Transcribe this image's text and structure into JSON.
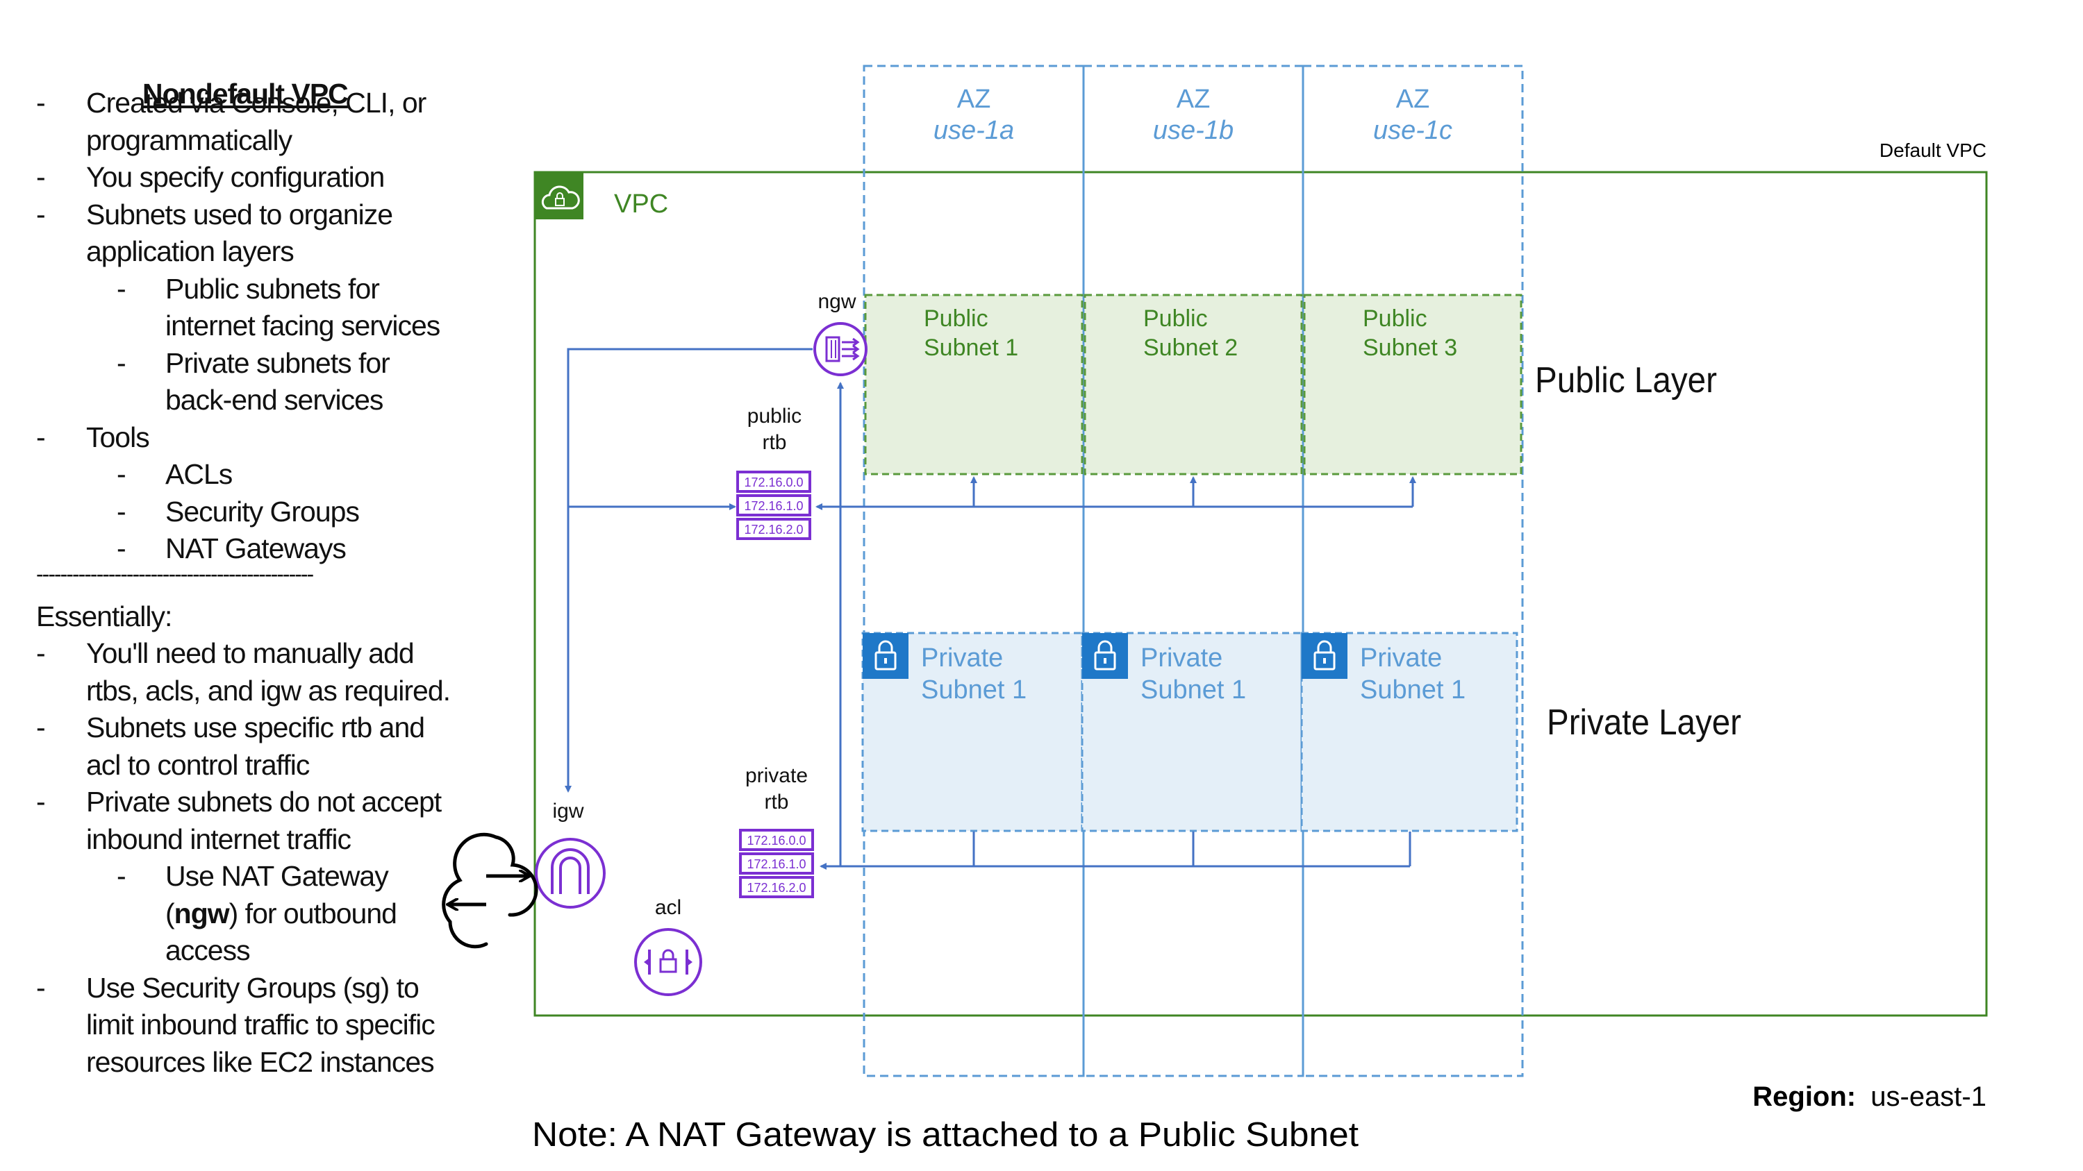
{
  "notes": {
    "title": "Nondefault VPC",
    "bullet_char": "-",
    "items": [
      {
        "lines": [
          "Created via Console, CLI, or",
          "programmatically"
        ],
        "level": 1
      },
      {
        "lines": [
          "You specify configuration"
        ],
        "level": 1
      },
      {
        "lines": [
          "Subnets used to organize",
          "application layers"
        ],
        "level": 1
      },
      {
        "lines": [
          "Public subnets for",
          "internet facing services"
        ],
        "level": 2
      },
      {
        "lines": [
          "Private subnets for",
          "back-end services"
        ],
        "level": 2
      },
      {
        "lines": [
          "Tools"
        ],
        "level": 1
      },
      {
        "lines": [
          "ACLs"
        ],
        "level": 2
      },
      {
        "lines": [
          "Security Groups"
        ],
        "level": 2
      },
      {
        "lines": [
          "NAT Gateways"
        ],
        "level": 2
      }
    ],
    "separator": "----------------------------------------------",
    "essentially_label": "Essentially:",
    "items2": [
      {
        "lines": [
          "You'll need to manually add",
          "rtbs, acls, and igw as required."
        ],
        "level": 1
      },
      {
        "lines": [
          "Subnets use specific rtb and",
          "acl to control traffic"
        ],
        "level": 1
      },
      {
        "lines": [
          "Private subnets do not accept",
          "inbound internet traffic"
        ],
        "level": 1
      },
      {
        "lines": [
          "Use NAT Gateway",
          "(ngw) for outbound",
          "access"
        ],
        "level": 2,
        "bold_word": "ngw"
      },
      {
        "lines": [
          "Use Security Groups (sg) to",
          "limit inbound traffic to specific",
          "resources like EC2 instances"
        ],
        "level": 1
      }
    ]
  },
  "diagram": {
    "default_vpc_label": "Default VPC",
    "vpc_label": "VPC",
    "az_columns": [
      {
        "label": "AZ",
        "name": "use-1a"
      },
      {
        "label": "AZ",
        "name": "use-1b"
      },
      {
        "label": "AZ",
        "name": "use-1c"
      }
    ],
    "public_subnets": [
      {
        "line1": "Public",
        "line2": "Subnet 1"
      },
      {
        "line1": "Public",
        "line2": "Subnet 2"
      },
      {
        "line1": "Public",
        "line2": "Subnet 3"
      }
    ],
    "private_subnets": [
      {
        "line1": "Private",
        "line2": "Subnet 1"
      },
      {
        "line1": "Private",
        "line2": "Subnet 1"
      },
      {
        "line1": "Private",
        "line2": "Subnet 1"
      }
    ],
    "public_layer_label": "Public Layer",
    "private_layer_label": "Private Layer",
    "ngw_label": "ngw",
    "igw_label": "igw",
    "acl_label": "acl",
    "public_rtb": {
      "line1": "public",
      "line2": "rtb",
      "routes": [
        "172.16.0.0",
        "172.16.1.0",
        "172.16.2.0"
      ]
    },
    "private_rtb": {
      "line1": "private",
      "line2": "rtb",
      "routes": [
        "172.16.0.0",
        "172.16.1.0",
        "172.16.2.0"
      ]
    },
    "region_label": "Region:",
    "region_value": "us-east-1",
    "note": "Note: A NAT Gateway is attached to a Public Subnet",
    "colors": {
      "vpc_green": "#3f8624",
      "az_blue": "#5b9bd5",
      "public_fill": "#e6f0de",
      "public_border": "#5a9a3c",
      "public_text": "#3f8624",
      "private_fill": "#e4eff8",
      "private_border": "#5b9bd5",
      "private_text": "#5b9bd5",
      "private_badge": "#1f78c8",
      "purple": "#7b2fd2",
      "arrow": "#4472c4"
    }
  }
}
